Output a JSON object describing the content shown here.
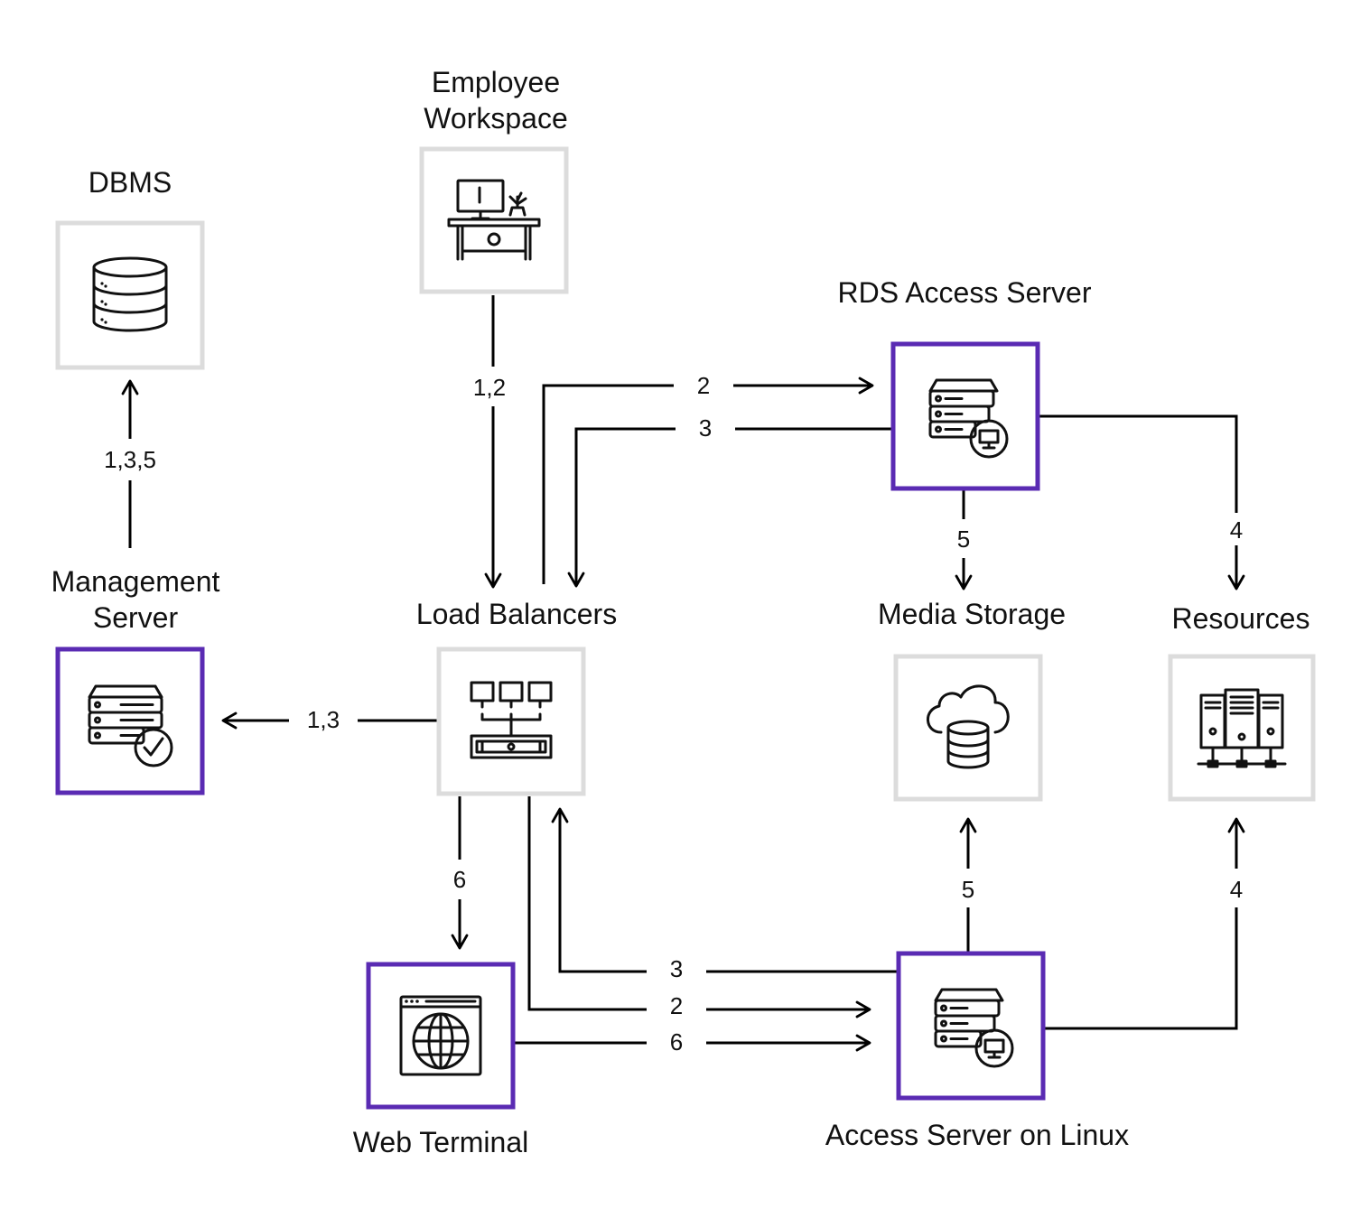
{
  "nodes": {
    "dbms": "DBMS",
    "employee_workspace": [
      "Employee",
      "Workspace"
    ],
    "rds_access_server": "RDS Access Server",
    "management_server": [
      "Management",
      "Server"
    ],
    "load_balancers": "Load Balancers",
    "media_storage": "Media Storage",
    "resources": "Resources",
    "web_terminal": "Web Terminal",
    "access_server_linux": "Access Server on Linux"
  },
  "edges": {
    "workspace_to_lb": "1,2",
    "lb_to_rds": "2",
    "rds_to_lb": "3",
    "mgmt_to_dbms": "1,3,5",
    "lb_to_mgmt": "1,3",
    "rds_to_media": "5",
    "rds_to_resources": "4",
    "lb_to_web": "6",
    "linux_to_lb": "3",
    "lb_to_linux": "2",
    "web_to_linux": "6",
    "linux_to_media": "5",
    "linux_to_resources": "4"
  },
  "colors": {
    "highlight_border": "#5a2bb3",
    "default_border": "#dcdcdc"
  },
  "icons": {
    "dbms": "database-icon",
    "workspace": "desk-icon",
    "rds": "server-monitor-icon",
    "management": "server-check-icon",
    "load_balancers": "load-balancer-icon",
    "media": "cloud-database-icon",
    "resources": "server-cluster-icon",
    "web_terminal": "globe-window-icon",
    "linux": "server-monitor-icon"
  }
}
